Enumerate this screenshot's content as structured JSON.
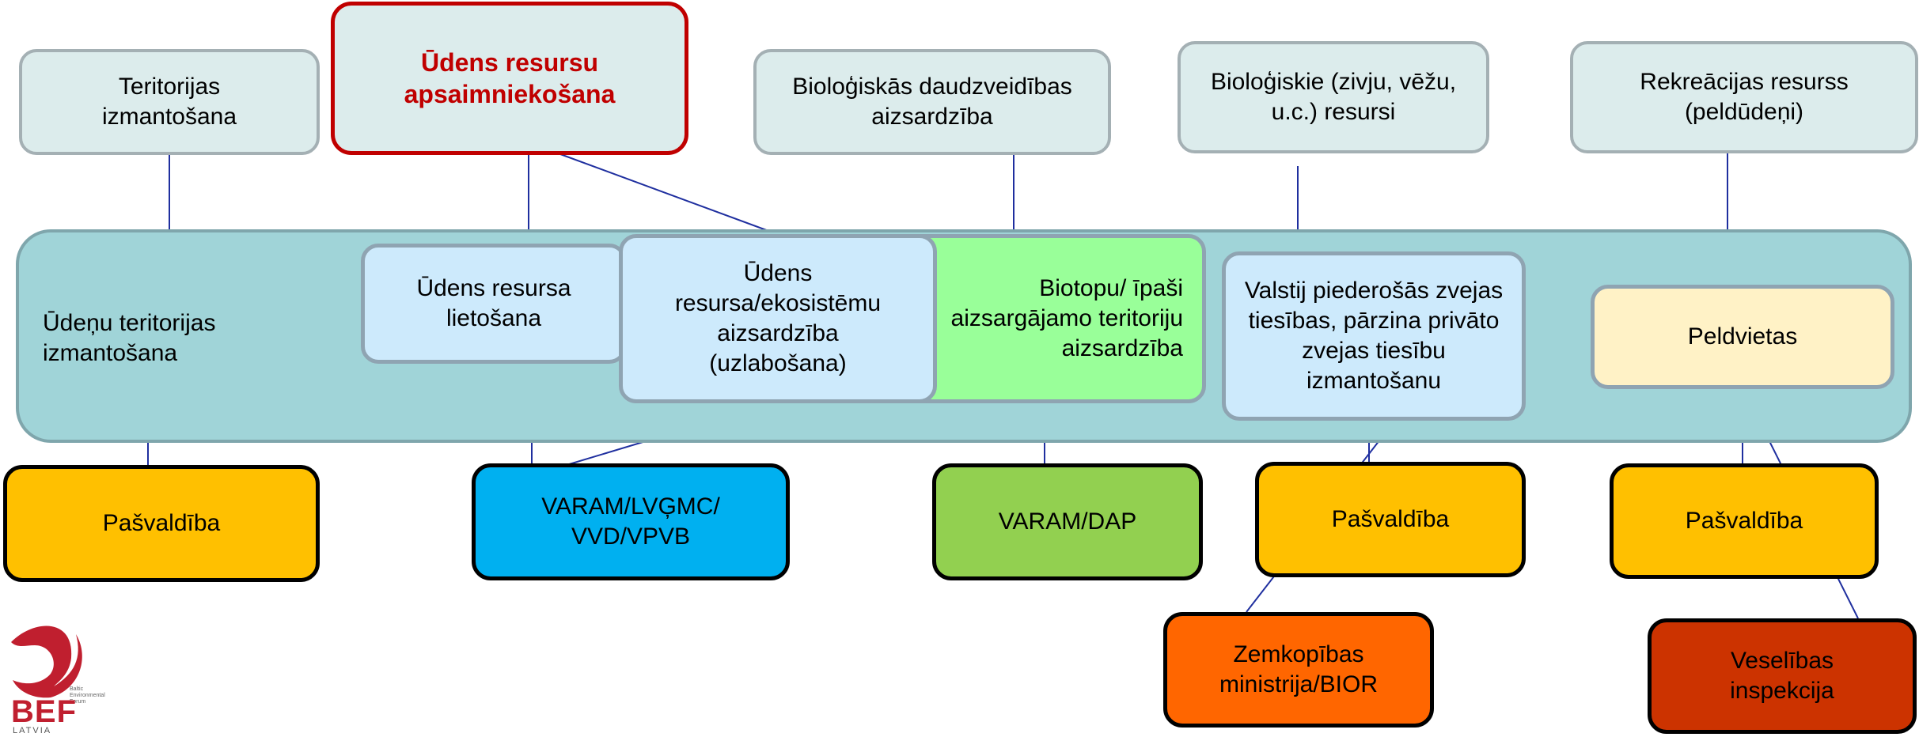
{
  "categories": [
    {
      "id": "teritorijas",
      "label": "Teritorijas izmantošana"
    },
    {
      "id": "udens",
      "label": "Ūdens resursu apsaimniekošana"
    },
    {
      "id": "biologiskas",
      "label": "Bioloģiskās daudzveidības aizsardzība"
    },
    {
      "id": "biologiskie",
      "label": "Bioloģiskie (zivju, vēžu, u.c.) resursi"
    },
    {
      "id": "rekreacijas",
      "label": "Rekreācijas resurss (peldūdeņi)"
    }
  ],
  "band": {
    "label": "Ūdeņu teritorijas izmantošana",
    "items": [
      {
        "id": "lietosana",
        "label": "Ūdens resursa lietošana"
      },
      {
        "id": "aizsardziba",
        "label": "Ūdens resursa/ekosistēmu aizsardzība (uzlabošana)"
      },
      {
        "id": "biotopu",
        "label": "Biotopu/ īpaši aizsargājamo teritoriju aizsardzība"
      },
      {
        "id": "zvejas",
        "label": "Valstij piederošās zvejas tiesības, pārzina privāto zvejas tiesību izmantošanu"
      },
      {
        "id": "peldvietas",
        "label": "Peldvietas"
      }
    ]
  },
  "authorities": [
    {
      "id": "pasvaldiba1",
      "label": "Pašvaldība"
    },
    {
      "id": "varam_lvgmc",
      "label": "VARAM/LVĢMC/ VVD/VPVB"
    },
    {
      "id": "varam_dap",
      "label": "VARAM/DAP"
    },
    {
      "id": "pasvaldiba2",
      "label": "Pašvaldība"
    },
    {
      "id": "pasvaldiba3",
      "label": "Pašvaldība"
    },
    {
      "id": "zemkopibas",
      "label": "Zemkopības ministrija/BIOR"
    },
    {
      "id": "veselibas",
      "label": "Veselības inspekcija"
    }
  ],
  "logo": {
    "text": "BEF",
    "sub": "LATVIA",
    "small": "Baltic Environmental Forum"
  },
  "colors": {
    "category_fill": "#dcecec",
    "highlight": "#c00000",
    "band_fill": "#a0d4d8",
    "item_blue": "#cdeafc",
    "item_green": "#99ff99",
    "item_yellow": "#fff2c6",
    "auth_yellow": "#ffc000",
    "auth_blue": "#00b0f0",
    "auth_green": "#92d050",
    "auth_orange": "#ff6600",
    "auth_red": "#cc3300",
    "connector": "#1f2f9f"
  }
}
